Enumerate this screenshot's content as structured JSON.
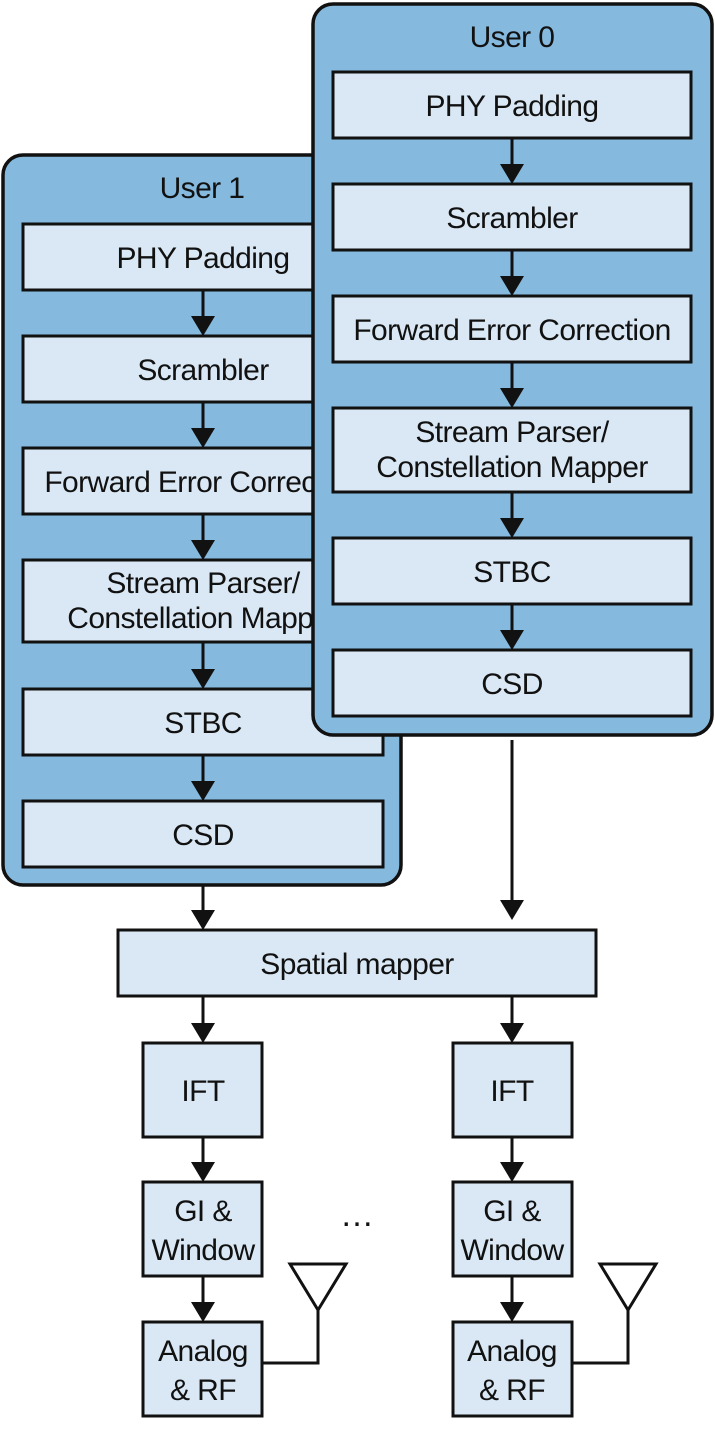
{
  "user1": {
    "title": "User 1",
    "blocks": {
      "phy_padding": "PHY Padding",
      "scrambler": "Scrambler",
      "fec": "Forward Error Correction",
      "parser_line1": "Stream Parser/",
      "parser_line2": "Constellation Mapper",
      "stbc": "STBC",
      "csd": "CSD"
    }
  },
  "user0": {
    "title": "User 0",
    "blocks": {
      "phy_padding": "PHY Padding",
      "scrambler": "Scrambler",
      "fec": "Forward Error Correction",
      "parser_line1": "Stream Parser/",
      "parser_line2": "Constellation Mapper",
      "stbc": "STBC",
      "csd": "CSD"
    }
  },
  "spatial_mapper": "Spatial mapper",
  "chains": [
    {
      "ift": "IFT",
      "gi_line1": "GI &",
      "gi_line2": "Window",
      "rf_line1": "Analog",
      "rf_line2": "& RF"
    },
    {
      "ift": "IFT",
      "gi_line1": "GI &",
      "gi_line2": "Window",
      "rf_line1": "Analog",
      "rf_line2": "& RF"
    }
  ],
  "ellipsis": "…",
  "colors": {
    "panel": "#85b9de",
    "block": "#d9e8f4",
    "stroke": "#111111"
  }
}
